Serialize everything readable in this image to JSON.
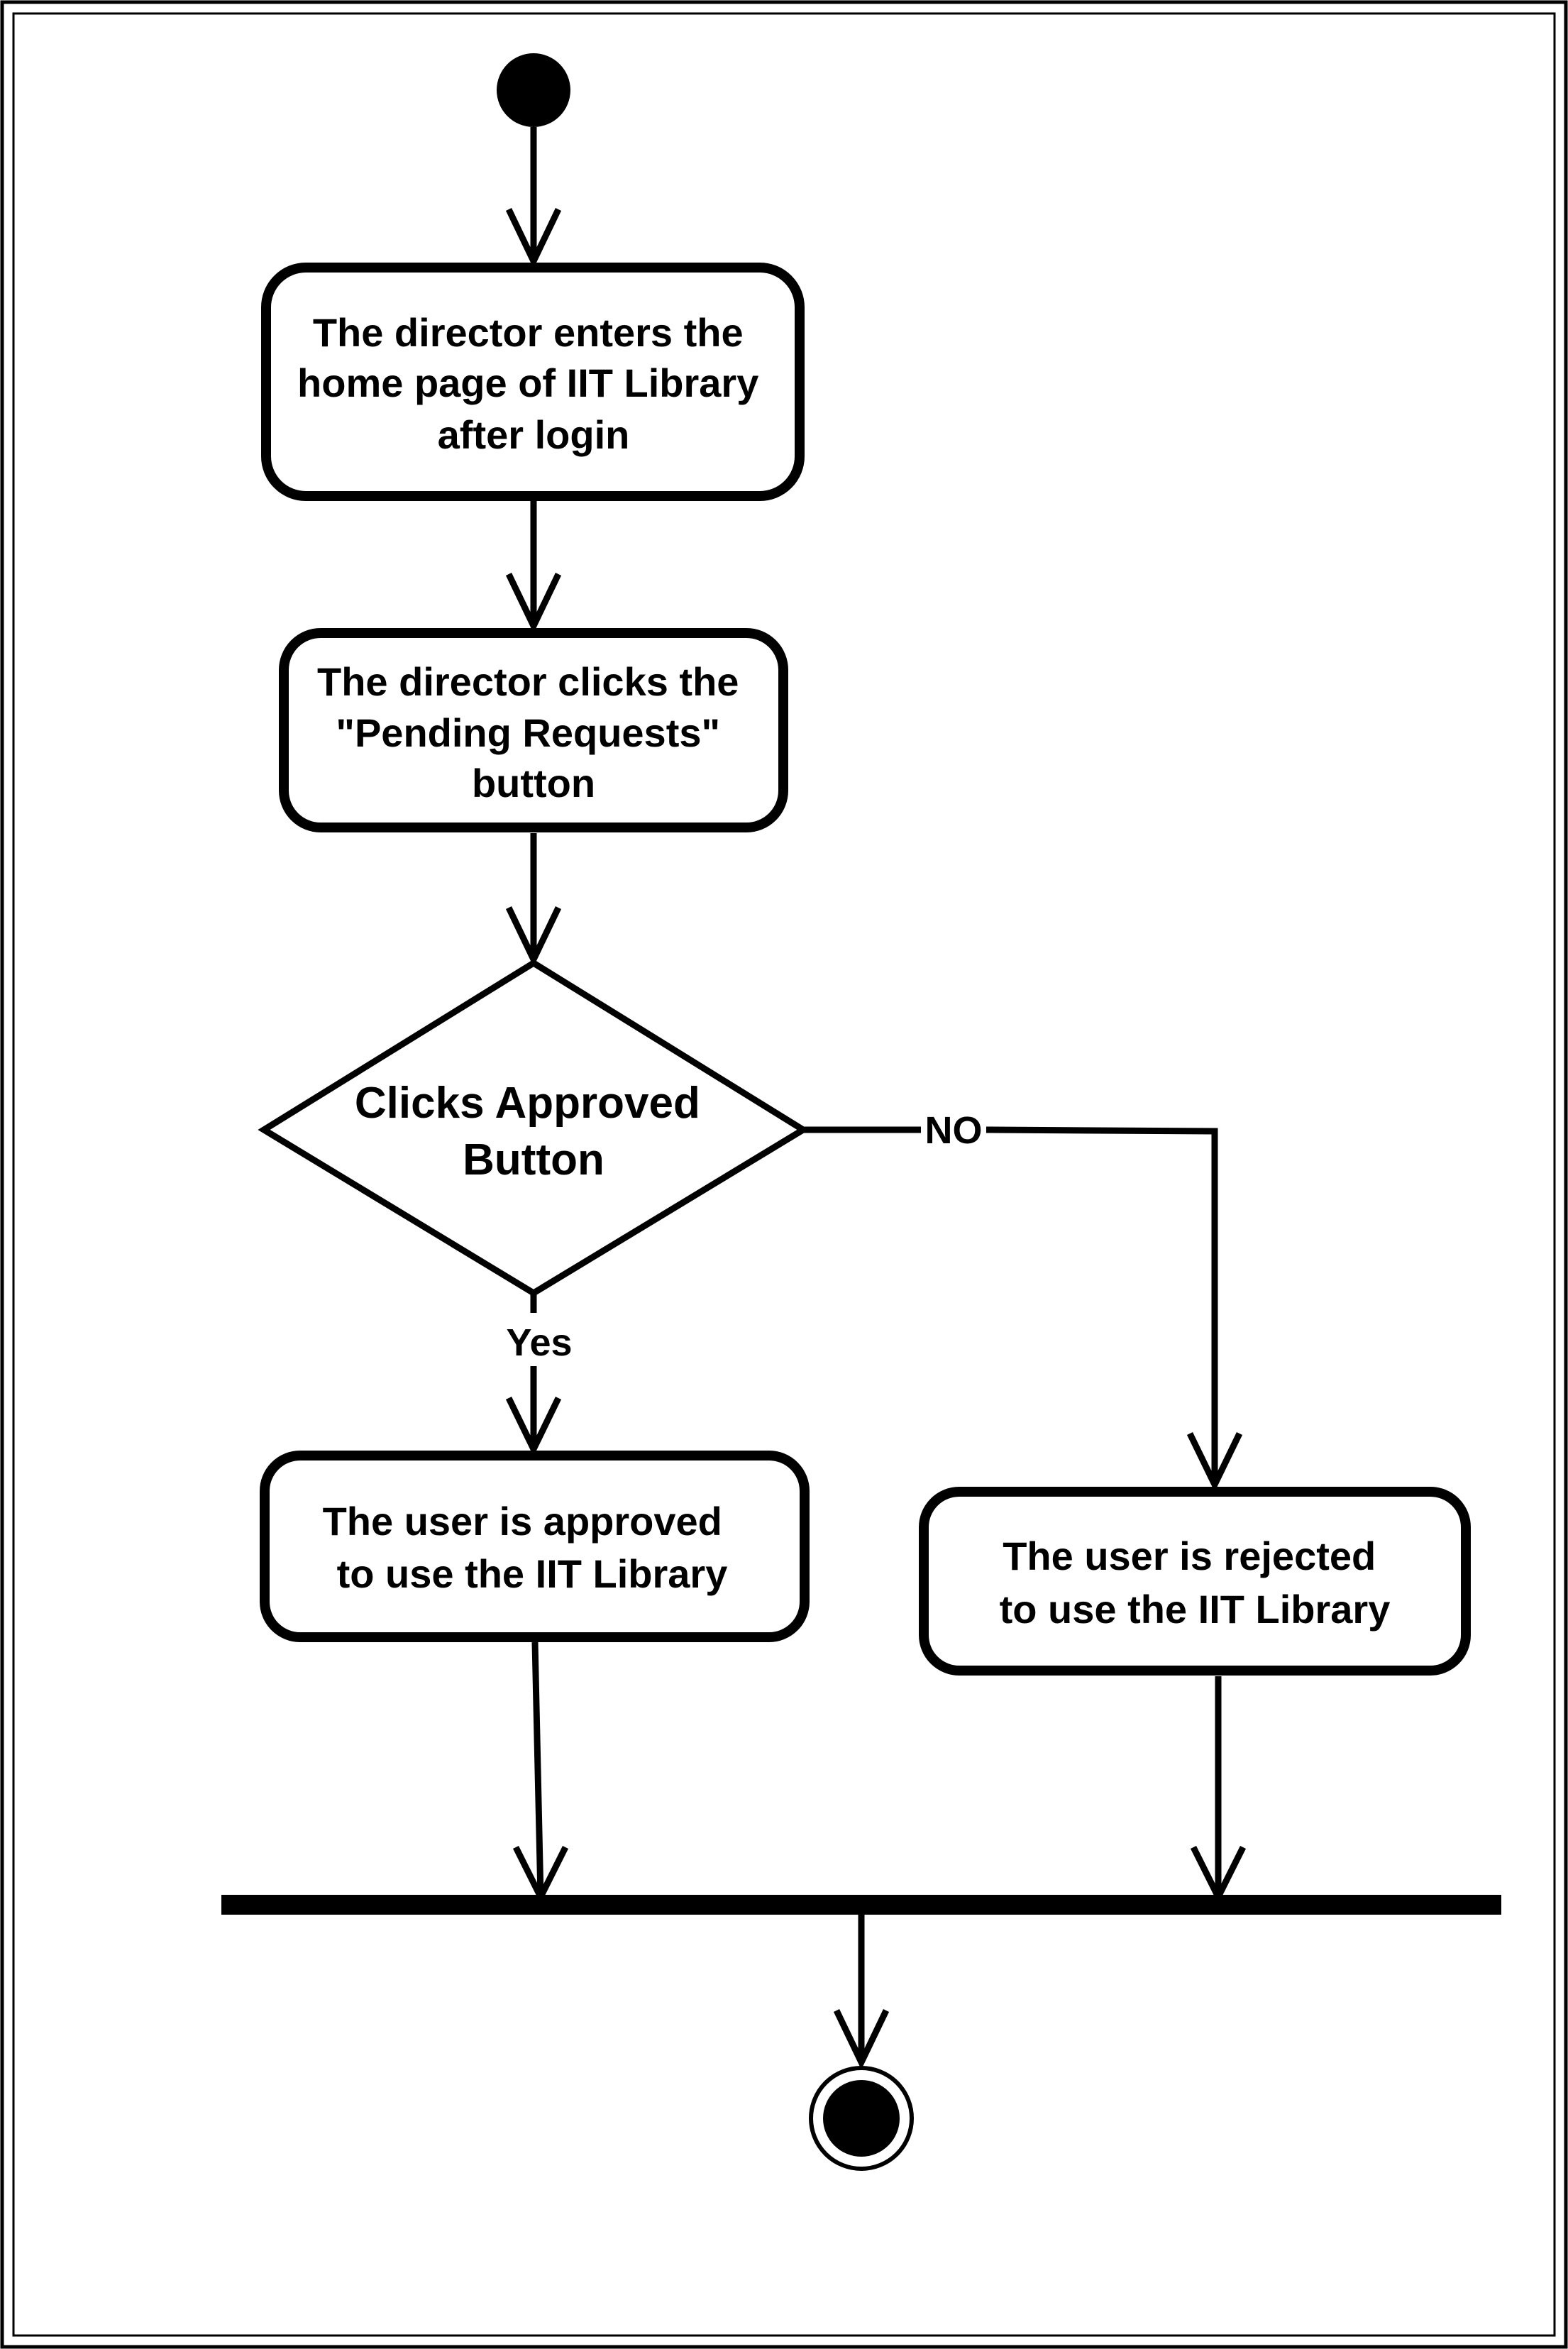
{
  "diagram": {
    "type": "uml-activity",
    "nodes": {
      "enter_home": {
        "lines": [
          "The director enters the",
          "home page of IIT Library",
          "after login"
        ]
      },
      "click_pending": {
        "lines": [
          "The director clicks the",
          "\"Pending Requests\"",
          "button"
        ]
      },
      "decision": {
        "lines": [
          "Clicks Approved",
          "Button"
        ]
      },
      "approved": {
        "lines": [
          "The user is approved",
          "to use the IIT Library"
        ]
      },
      "rejected": {
        "lines": [
          "The user is rejected",
          "to use the IIT Library"
        ]
      }
    },
    "edges": {
      "yes_label": "Yes",
      "no_label": "NO"
    }
  }
}
